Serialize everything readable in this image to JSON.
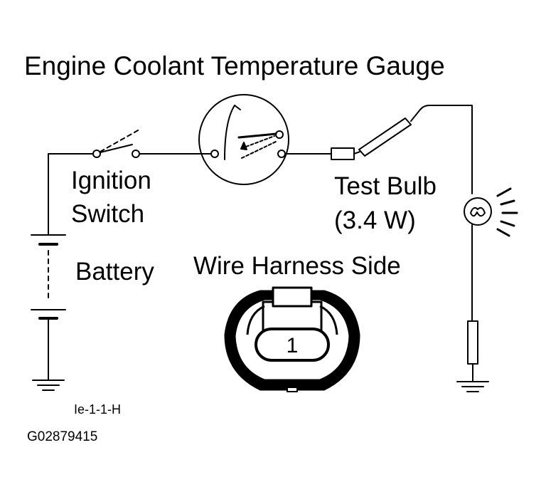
{
  "title": "Engine Coolant Temperature Gauge",
  "ignition_switch": {
    "line1": "Ignition",
    "line2": "Switch"
  },
  "battery": "Battery",
  "test_bulb": {
    "line1": "Test Bulb",
    "line2": "(3.4 W)"
  },
  "wire_harness": "Wire Harness Side",
  "connector_pin": "1",
  "ref_code": "Ie-1-1-H",
  "figure_id": "G02879415"
}
